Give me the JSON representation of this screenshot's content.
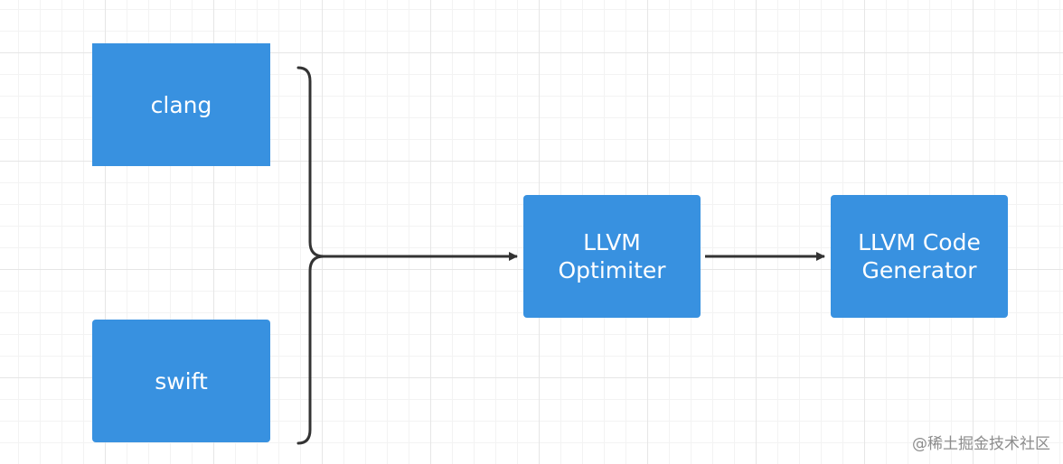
{
  "nodes": {
    "clang": "clang",
    "swift": "swift",
    "optimizer": "LLVM\nOptimiter",
    "generator": "LLVM Code\nGenerator"
  },
  "colors": {
    "node_fill": "#3891e0",
    "node_text": "#ffffff",
    "connector": "#333333",
    "grid": "#e6e6e6"
  },
  "watermark": "@稀土掘金技术社区"
}
